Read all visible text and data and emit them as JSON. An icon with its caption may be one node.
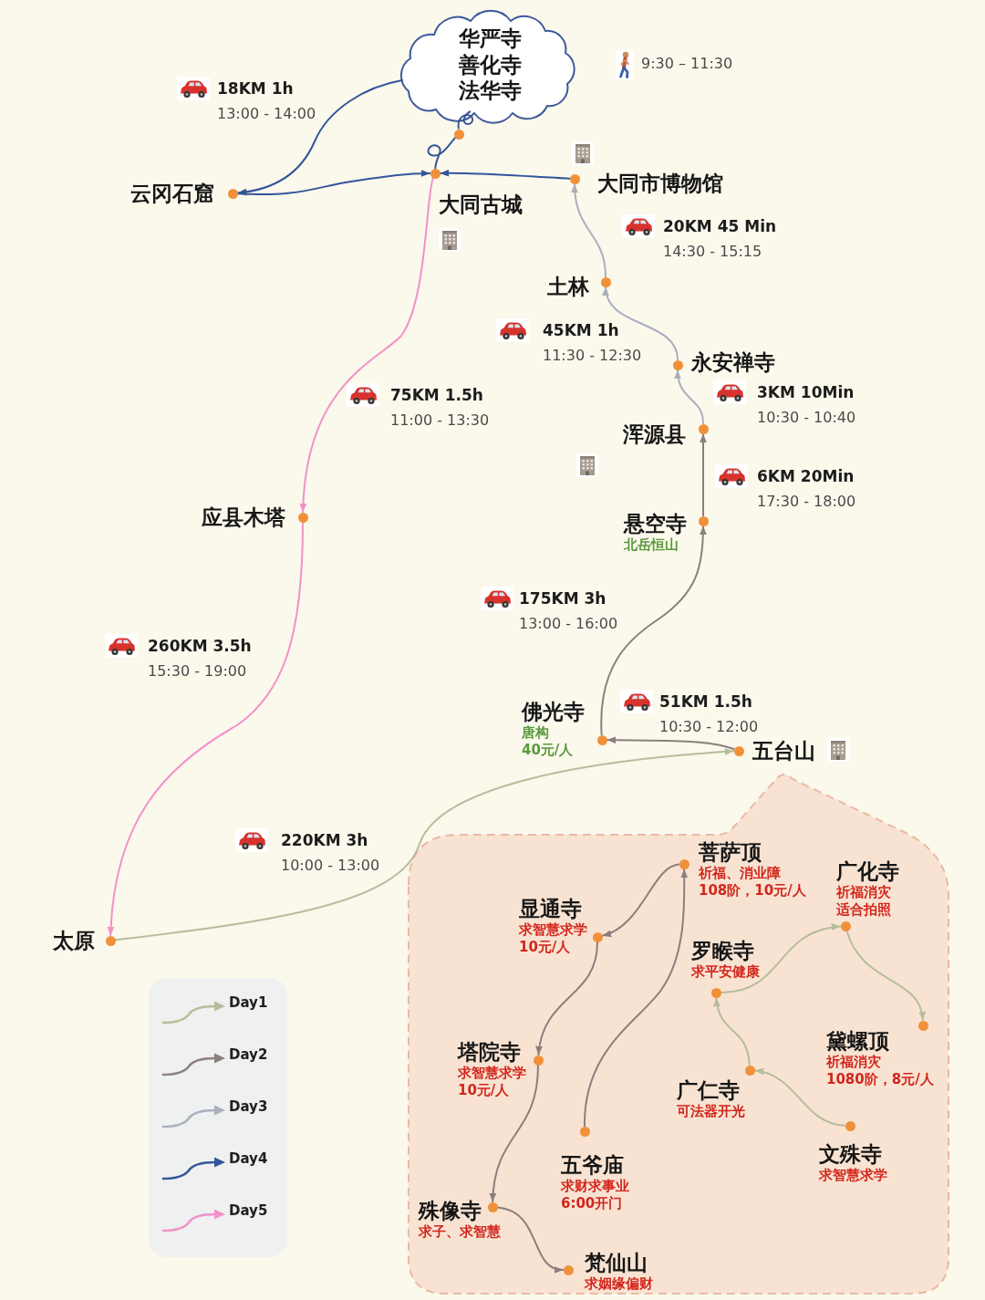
{
  "diagram": {
    "nodes": [
      {
        "text": [
          "华严寺",
          "善化寺",
          "法华寺"
        ]
      },
      {
        "text": [
          "云冈石窟"
        ]
      },
      {
        "text": [
          "大同古城"
        ]
      },
      {
        "text": [
          "大同市博物馆"
        ]
      },
      {
        "text": [
          "土林"
        ]
      },
      {
        "text": [
          "永安禅寺"
        ]
      },
      {
        "text": [
          "浑源县"
        ]
      },
      {
        "text": [
          "悬空寺",
          "北岳恒山"
        ]
      },
      {
        "text": [
          "佛光寺",
          "唐构",
          "40元/人"
        ]
      },
      {
        "text": [
          "五台山"
        ]
      },
      {
        "text": [
          "太原"
        ]
      },
      {
        "text": [
          "应县木塔"
        ]
      },
      {
        "text": [],
        "shape": "box"
      },
      {
        "text": [
          "菩萨顶",
          "祈福、消业障",
          "108阶，10元/人"
        ],
        "in": 12
      },
      {
        "text": [
          "广化寺",
          "祈福消灾",
          "适合拍照"
        ],
        "in": 12
      },
      {
        "text": [
          "显通寺",
          "求智慧求学",
          "10元/人"
        ],
        "in": 12
      },
      {
        "text": [
          "罗睺寺",
          "求平安健康"
        ],
        "in": 12
      },
      {
        "text": [
          "黛螺顶",
          "祈福消灾",
          "1080阶，8元/人"
        ],
        "in": 12
      },
      {
        "text": [
          "塔院寺",
          "求智慧求学",
          "10元/人"
        ],
        "in": 12
      },
      {
        "text": [
          "广仁寺",
          "可法器开光"
        ],
        "in": 12
      },
      {
        "text": [
          "文殊寺",
          "求智慧求学"
        ],
        "in": 12
      },
      {
        "text": [
          "五爷庙",
          "求财求事业",
          "6:00开门"
        ],
        "in": 12
      },
      {
        "text": [
          "殊像寺",
          "求子、求智慧"
        ],
        "in": 12
      },
      {
        "text": [
          "梵仙山",
          "求姻缘偏财"
        ],
        "in": 12
      }
    ],
    "edges": [
      {
        "from": 3,
        "to": 2,
        "arrow": "to",
        "color": "#33569a"
      },
      {
        "from": 2,
        "to": 0,
        "arrow": "none",
        "color": "#33569a"
      },
      {
        "from": 0,
        "to": 1,
        "arrow": "to",
        "color": "#33569a"
      },
      {
        "from": 1,
        "to": 2,
        "arrow": "to",
        "color": "#33569a"
      },
      {
        "from": 2,
        "to": 11,
        "arrow": "to",
        "color": "#f291c9"
      },
      {
        "from": 11,
        "to": 10,
        "arrow": "to",
        "color": "#f291c9"
      },
      {
        "from": 10,
        "to": 9,
        "arrow": "to",
        "color": "#b7bd9c"
      },
      {
        "from": 9,
        "to": 8,
        "arrow": "to",
        "color": "#8b7f7c"
      },
      {
        "from": 8,
        "to": 7,
        "arrow": "to",
        "color": "#8b7f7c"
      },
      {
        "from": 7,
        "to": 6,
        "arrow": "to",
        "color": "#8b7f7c"
      },
      {
        "from": 6,
        "to": 5,
        "arrow": "to",
        "color": "#a9afbd"
      },
      {
        "from": 5,
        "to": 4,
        "arrow": "to",
        "color": "#a9afbd"
      },
      {
        "from": 4,
        "to": 3,
        "arrow": "to",
        "color": "#a9afbd"
      },
      {
        "from": 20,
        "to": 19,
        "arrow": "to",
        "color": "#b7bd9c"
      },
      {
        "from": 19,
        "to": 16,
        "arrow": "to",
        "color": "#b7bd9c"
      },
      {
        "from": 16,
        "to": 14,
        "arrow": "to",
        "color": "#b7bd9c"
      },
      {
        "from": 14,
        "to": 17,
        "arrow": "to",
        "color": "#b7bd9c"
      },
      {
        "from": 21,
        "to": 13,
        "arrow": "to",
        "color": "#8b7f7c"
      },
      {
        "from": 13,
        "to": 15,
        "arrow": "to",
        "color": "#8b7f7c"
      },
      {
        "from": 15,
        "to": 18,
        "arrow": "to",
        "color": "#8b7f7c"
      },
      {
        "from": 18,
        "to": 22,
        "arrow": "to",
        "color": "#8b7f7c"
      },
      {
        "from": 22,
        "to": 23,
        "arrow": "to",
        "color": "#8b7f7c"
      }
    ],
    "labels": [
      "9:30 – 11:30",
      "18KM 1h",
      "13:00 - 14:00",
      "20KM 45 Min",
      "14:30 - 15:15",
      "45KM 1h",
      "11:30 - 12:30",
      "75KM 1.5h",
      "11:00 - 13:30",
      "3KM 10Min",
      "10:30 - 10:40",
      "6KM 20Min",
      "17:30 - 18:00",
      "175KM 3h",
      "13:00 - 16:00",
      "260KM 3.5h",
      "15:30 - 19:00",
      "51KM 1.5h",
      "10:30 - 12:00",
      "220KM 3h",
      "10:00 - 13:00"
    ],
    "legend": [
      {
        "text": "Day1"
      },
      {
        "text": "Day2"
      },
      {
        "text": "Day3"
      },
      {
        "text": "Day4"
      },
      {
        "text": "Day5"
      }
    ]
  }
}
